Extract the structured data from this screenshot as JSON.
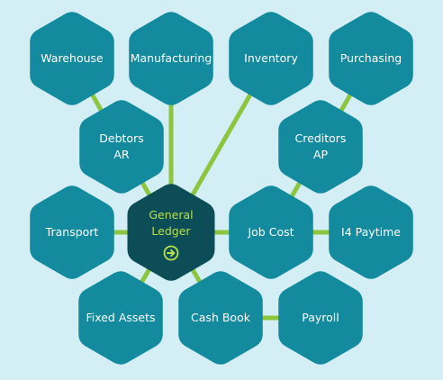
{
  "colors": {
    "background": "#d3eef4",
    "module": "#138a9e",
    "center": "#0c4d58",
    "connector": "#8cc63f",
    "center_text": "#b8e04a",
    "module_text": "#ffffff"
  },
  "center_module": {
    "lines": [
      "General",
      "Ledger"
    ],
    "icon": "arrow-right-circle-icon"
  },
  "modules": [
    {
      "id": "warehouse",
      "lines": [
        "Warehouse"
      ]
    },
    {
      "id": "manufacturing",
      "lines": [
        "Manufacturing"
      ]
    },
    {
      "id": "inventory",
      "lines": [
        "Inventory"
      ]
    },
    {
      "id": "purchasing",
      "lines": [
        "Purchasing"
      ]
    },
    {
      "id": "debtors-ar",
      "lines": [
        "Debtors",
        "AR"
      ]
    },
    {
      "id": "creditors-ap",
      "lines": [
        "Creditors",
        "AP"
      ]
    },
    {
      "id": "transport",
      "lines": [
        "Transport"
      ]
    },
    {
      "id": "job-cost",
      "lines": [
        "Job Cost"
      ]
    },
    {
      "id": "i4-paytime",
      "lines": [
        "I4 Paytime"
      ]
    },
    {
      "id": "fixed-assets",
      "lines": [
        "Fixed Assets"
      ]
    },
    {
      "id": "cash-book",
      "lines": [
        "Cash Book"
      ]
    },
    {
      "id": "payroll",
      "lines": [
        "Payroll"
      ]
    }
  ],
  "connections": [
    [
      "warehouse",
      "debtors-ar"
    ],
    [
      "debtors-ar",
      "general-ledger"
    ],
    [
      "manufacturing",
      "general-ledger"
    ],
    [
      "inventory",
      "general-ledger"
    ],
    [
      "purchasing",
      "creditors-ap"
    ],
    [
      "creditors-ap",
      "job-cost"
    ],
    [
      "transport",
      "general-ledger"
    ],
    [
      "general-ledger",
      "job-cost"
    ],
    [
      "job-cost",
      "i4-paytime"
    ],
    [
      "general-ledger",
      "fixed-assets"
    ],
    [
      "general-ledger",
      "cash-book"
    ],
    [
      "cash-book",
      "payroll"
    ]
  ]
}
